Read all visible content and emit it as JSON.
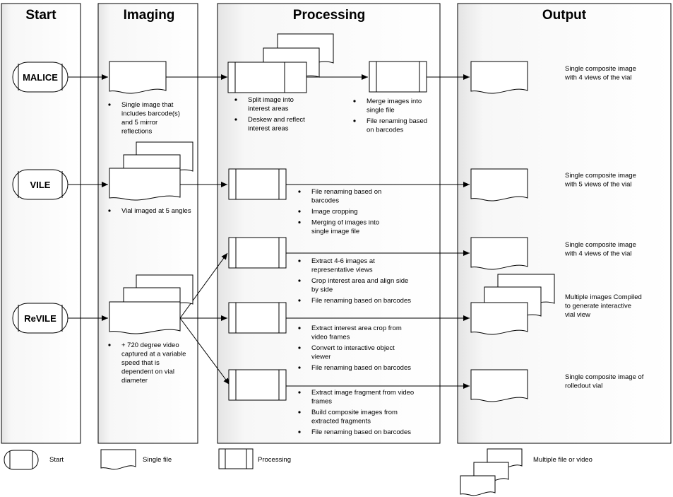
{
  "lanes": [
    "Start",
    "Imaging",
    "Processing",
    "Output"
  ],
  "starts": [
    "MALICE",
    "VILE",
    "ReVILE"
  ],
  "imaging_notes": {
    "malice": [
      "Single image that includes barcode(s) and 5 mirror reflections"
    ],
    "vile": [
      "Vial imaged at 5 angles"
    ],
    "revile": [
      "+ 720 degree video captured at a variable speed that is dependent on vial diameter"
    ]
  },
  "processing_notes": {
    "malice_split": [
      "Split image into interest areas",
      "Deskew and reflect interest areas"
    ],
    "malice_merge": [
      "Merge images into single file",
      "File renaming based on barcodes"
    ],
    "vile": [
      "File renaming based on barcodes",
      "Image cropping",
      "Merging of images into single image file"
    ],
    "revile_a": [
      "Extract 4-6 images at representative views",
      "Crop interest area and align side by side",
      "File renaming based on barcodes"
    ],
    "revile_b": [
      "Extract interest area crop from video frames",
      "Convert to interactive object viewer",
      "File renaming based on barcodes"
    ],
    "revile_c": [
      "Extract image fragment from video frames",
      "Build composite images from extracted fragments",
      "File renaming based on barcodes"
    ]
  },
  "outputs": [
    "Single composite image with 4 views of the vial",
    "Single composite image with 5 views of the vial",
    "Single composite image with 4 views of the vial",
    "Multiple images Compiled to generate interactive vial view",
    "Single composite image of rolledout vial"
  ],
  "legend": {
    "start": "Start",
    "single_file": "Single file",
    "processing": "Processing",
    "multiple": "Multiple file or video"
  }
}
